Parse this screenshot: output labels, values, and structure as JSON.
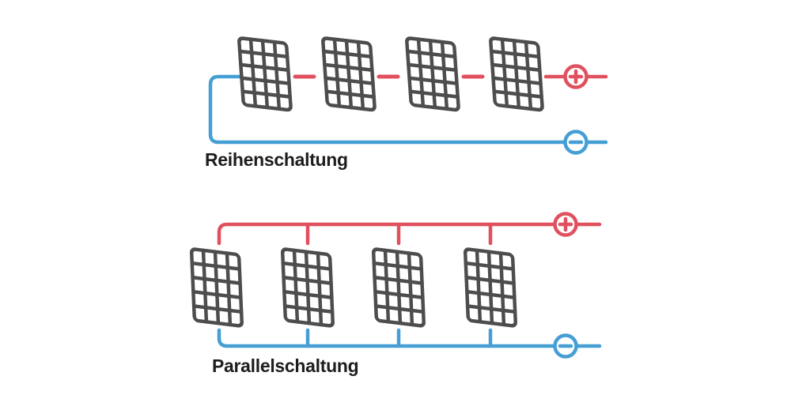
{
  "colors": {
    "positive_wire": "#e0505e",
    "negative_wire": "#459fd4",
    "panel_outline": "#4d4d4d",
    "label_text": "#1d1d1d",
    "background": "#ffffff"
  },
  "diagrams": [
    {
      "id": "series",
      "label": "Reihenschaltung",
      "panel_count": 4,
      "positive_terminal": "+",
      "negative_terminal": "−"
    },
    {
      "id": "parallel",
      "label": "Parallelschaltung",
      "panel_count": 4,
      "positive_terminal": "+",
      "negative_terminal": "−"
    }
  ]
}
